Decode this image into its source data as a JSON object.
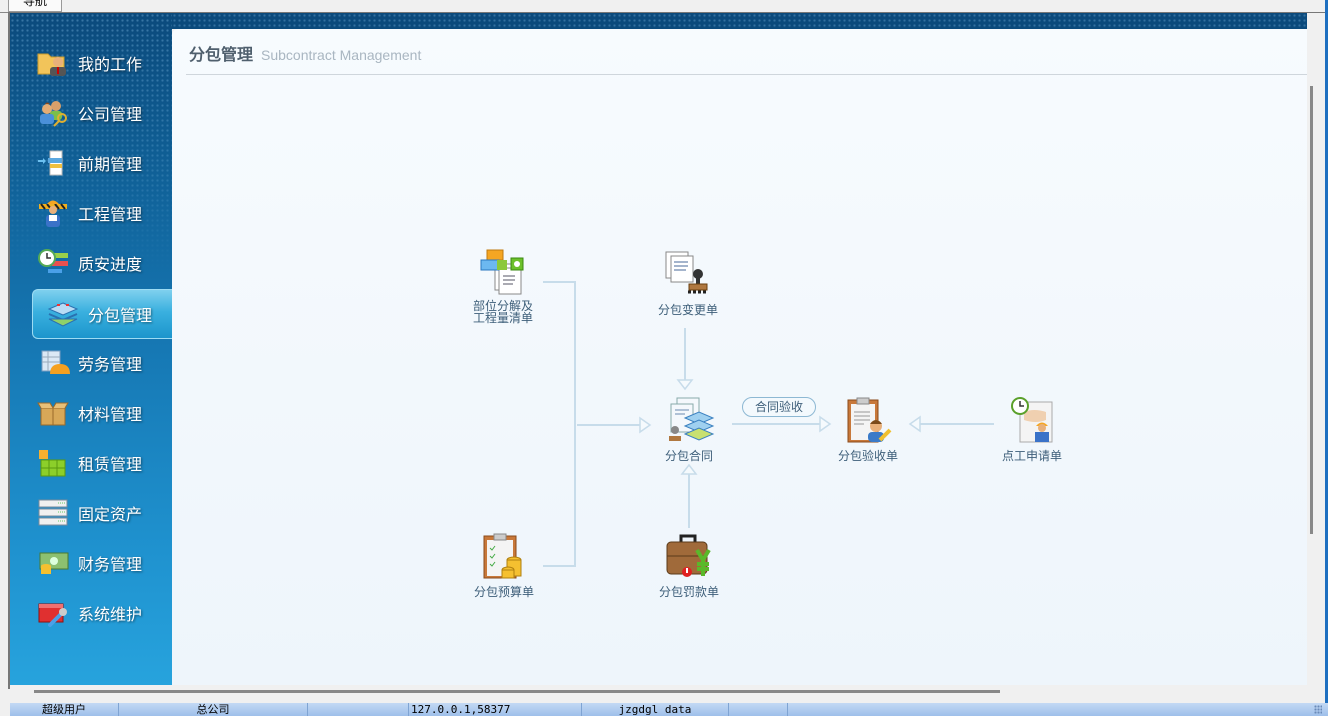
{
  "window": {
    "nav_tab": "导航"
  },
  "sidebar": {
    "items": [
      {
        "label": "我的工作",
        "icon": "folder-user-icon"
      },
      {
        "label": "公司管理",
        "icon": "users-key-icon"
      },
      {
        "label": "前期管理",
        "icon": "form-arrow-icon"
      },
      {
        "label": "工程管理",
        "icon": "worker-barrier-icon"
      },
      {
        "label": "质安进度",
        "icon": "clock-bars-icon"
      },
      {
        "label": "分包管理",
        "icon": "layers-icon",
        "active": true
      },
      {
        "label": "劳务管理",
        "icon": "sheet-helmet-icon"
      },
      {
        "label": "材料管理",
        "icon": "box-icon"
      },
      {
        "label": "租赁管理",
        "icon": "green-blocks-icon"
      },
      {
        "label": "固定资产",
        "icon": "server-rack-icon"
      },
      {
        "label": "财务管理",
        "icon": "money-coins-icon"
      },
      {
        "label": "系统维护",
        "icon": "toolbox-wrench-icon"
      }
    ]
  },
  "main": {
    "title": "分包管理",
    "subtitle": "Subcontract Management",
    "flow": {
      "nodes": [
        {
          "id": "breakdown",
          "label_line1": "部位分解及",
          "label_line2": "工程量清单",
          "icon": "blocks-document-icon"
        },
        {
          "id": "budget",
          "label": "分包预算单",
          "icon": "clipboard-coins-icon"
        },
        {
          "id": "change",
          "label": "分包变更单",
          "icon": "documents-stamp-icon"
        },
        {
          "id": "contract",
          "label": "分包合同",
          "icon": "contract-stamp-icon"
        },
        {
          "id": "penalty",
          "label": "分包罚款单",
          "icon": "briefcase-yen-icon"
        },
        {
          "id": "acceptance",
          "label": "分包验收单",
          "icon": "clipboard-user-pen-icon"
        },
        {
          "id": "labor-request",
          "label": "点工申请单",
          "icon": "clock-hand-worker-icon"
        }
      ],
      "edge_label": "合同验收"
    }
  },
  "statusbar": {
    "user": "超级用户",
    "company": "总公司",
    "address": "127.0.0.1,58377",
    "database": "jzgdgl data"
  },
  "colors": {
    "sidebar_top": "#0b4a7c",
    "sidebar_bottom": "#27a3dd",
    "active_item": "#3ab0df",
    "label_text": "#3d5e79",
    "statusbar": "#9ebfea"
  }
}
